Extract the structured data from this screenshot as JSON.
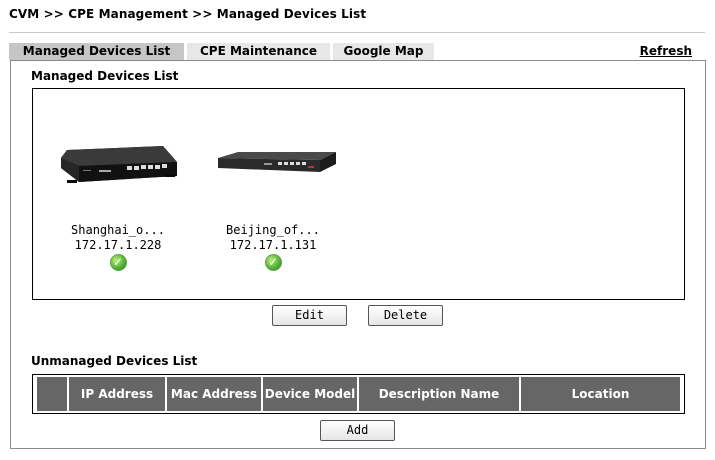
{
  "breadcrumb": "CVM >> CPE Management >> Managed Devices List",
  "tabs": [
    {
      "label": "Managed Devices List",
      "active": true
    },
    {
      "label": "CPE Maintenance",
      "active": false
    },
    {
      "label": "Google Map",
      "active": false
    }
  ],
  "refresh_label": "Refresh",
  "managed": {
    "title": "Managed Devices List",
    "devices": [
      {
        "name": "Shanghai_o...",
        "ip": "172.17.1.228",
        "status": "online-check-icon"
      },
      {
        "name": "Beijing_of...",
        "ip": "172.17.1.131",
        "status": "online-check-icon"
      }
    ],
    "edit_label": "Edit",
    "delete_label": "Delete"
  },
  "unmanaged": {
    "title": "Unmanaged Devices List",
    "columns": [
      "",
      "IP Address",
      "Mac Address",
      "Device Model",
      "Description Name",
      "Location"
    ],
    "add_label": "Add"
  },
  "colors": {
    "tab_active": "#c6c6c6",
    "tab_inactive": "#e7e7e7",
    "table_header": "#666666"
  }
}
